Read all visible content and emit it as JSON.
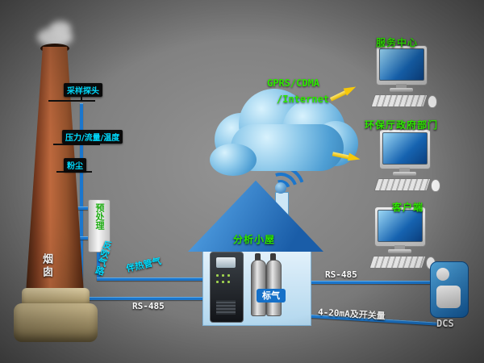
{
  "diagram": {
    "chimney": {
      "label": "烟囱"
    },
    "sensors": {
      "probe_label": "采样探头",
      "pft_label": "压力/流量/温度",
      "dust_label": "粉尘"
    },
    "pretreatment": {
      "label": "预处理"
    },
    "pipes": {
      "blowback_label": "反吹气路",
      "heated_label": "伴热管气"
    },
    "house": {
      "label": "分析小屋",
      "gas_label": "标气"
    },
    "cloud": {
      "line1": "GPRS/CDMA",
      "line2": "/Internet"
    },
    "stations": [
      {
        "label": "服务中心"
      },
      {
        "label": "环保厅政府部门"
      },
      {
        "label": "客户端"
      }
    ],
    "links": {
      "rs485_left": "RS-485",
      "rs485_right": "RS-485",
      "analog": "4-20mA及开关量"
    },
    "dcs": {
      "label": "DCS"
    },
    "colors": {
      "label_green": "#2ee600",
      "label_cyan": "#00dcff",
      "line_blue": "#1b76cc",
      "arrow_yellow": "#f6c80a"
    }
  }
}
